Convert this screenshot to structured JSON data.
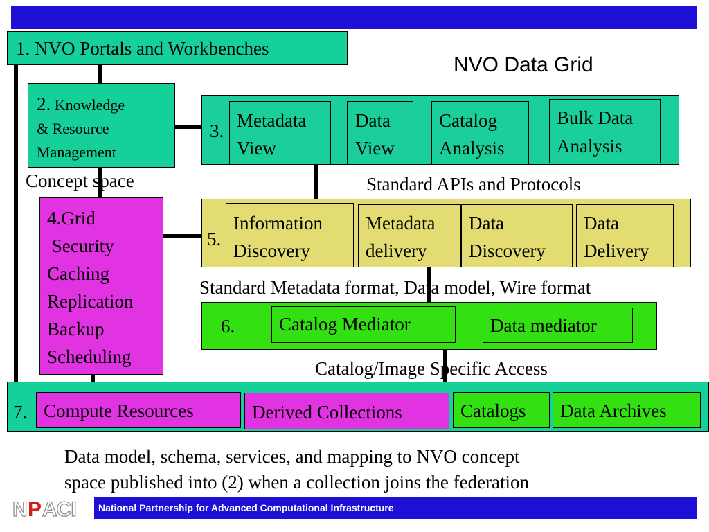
{
  "title": "NVO Data Grid",
  "box1": {
    "label": "1. NVO Portals and Workbenches"
  },
  "box2": {
    "number": "2.",
    "line1": "Knowledge",
    "line2": "& Resource",
    "line3": "Management"
  },
  "concept_space": "Concept space",
  "row3": {
    "number": "3.",
    "items": [
      {
        "line1": "Metadata",
        "line2": "View"
      },
      {
        "line1": "Data",
        "line2": "View"
      },
      {
        "line1": "Catalog",
        "line2": "Analysis"
      },
      {
        "line1": "Bulk Data",
        "line2": "Analysis"
      }
    ]
  },
  "standard_apis": "Standard APIs and Protocols",
  "box4": {
    "lines": [
      "4.Grid",
      " Security",
      "Caching",
      "Replication",
      "Backup",
      "Scheduling"
    ]
  },
  "row5": {
    "number": "5.",
    "items": [
      {
        "line1": "Information",
        "line2": "Discovery"
      },
      {
        "line1": "Metadata",
        "line2": "delivery"
      },
      {
        "line1": "Data",
        "line2": "Discovery"
      },
      {
        "line1": "Data",
        "line2": "Delivery"
      }
    ]
  },
  "standard_metadata": "Standard Metadata format, Data model, Wire format",
  "row6": {
    "number": "6.",
    "items": [
      "Catalog Mediator",
      "Data mediator"
    ]
  },
  "catalog_access": "Catalog/Image Specific Access",
  "row7": {
    "number": "7.",
    "items": [
      "Compute Resources",
      "Derived Collections",
      "Catalogs",
      "Data Archives"
    ]
  },
  "note": {
    "line1": "Data model, schema, services, and mapping to NVO concept",
    "line2": "space published into (2) when a collection joins the federation"
  },
  "logo": "NPACI",
  "footer": "National Partnership for Advanced Computational Infrastructure",
  "colors": {
    "bar_blue": "#1f10d8",
    "teal": "#16d09a",
    "khaki": "#e2dc72",
    "green": "#33e012",
    "magenta": "#e233e2"
  }
}
